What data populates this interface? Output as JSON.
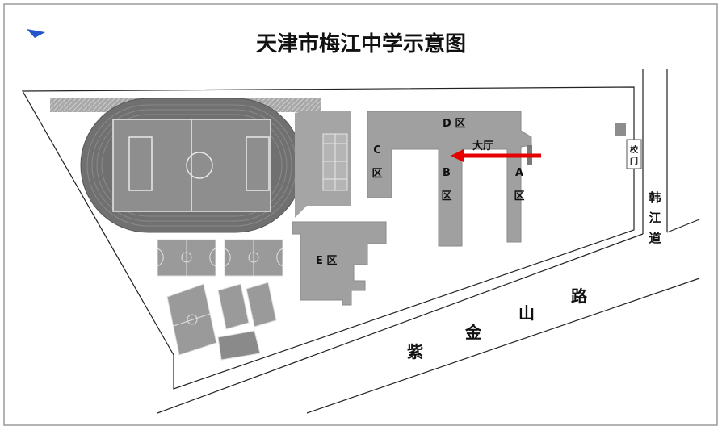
{
  "title": "天津市梅江中学示意图",
  "zones": {
    "d": "D 区",
    "c_letter": "C",
    "c_char": "区",
    "b_letter": "B",
    "b_char": "区",
    "a_letter": "A",
    "a_char": "区",
    "hall": "大厅",
    "e": "E 区"
  },
  "gate": {
    "line1": "校",
    "line2": "门"
  },
  "roads": {
    "hanjiang": [
      "韩",
      "江",
      "道"
    ],
    "zijinshan": [
      "紫",
      "金",
      "山",
      "路"
    ]
  },
  "colors": {
    "building": "#9c9c9c",
    "building_stroke": "#888888",
    "track": "#6e6e6e",
    "arrow": "#e60000",
    "corner_marker": "#2255cc"
  }
}
